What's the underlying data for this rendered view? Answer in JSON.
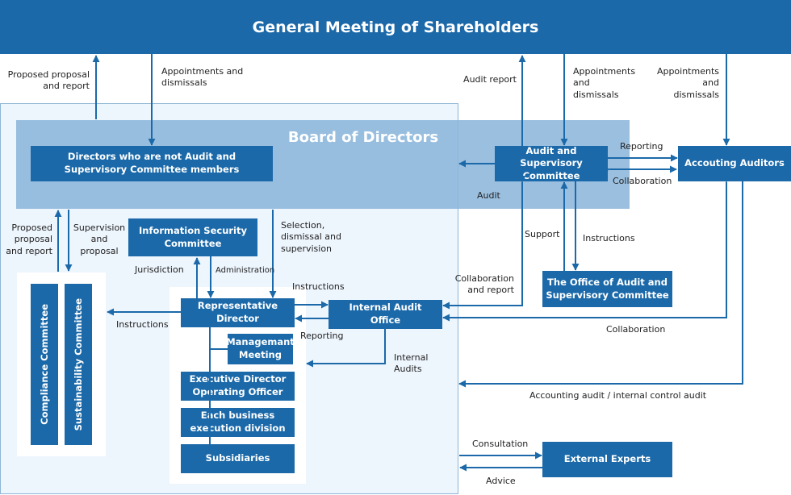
{
  "header": {
    "title": "General Meeting of Shareholders"
  },
  "board": {
    "title": "Board of Directors"
  },
  "boxes": {
    "directors_not_audit": "Directors who are not Audit and\nSupervisory Committee members",
    "audit_supervisory_committee": "Audit and Supervisory\nCommittee",
    "accounting_auditors": "Accouting Auditors",
    "information_security_committee": "Information Security\nCommittee",
    "office_of_audit": "The Office of Audit and\nSupervisory Committee",
    "representative_director": "Representative\nDirector",
    "internal_audit_office": "Internal Audit\nOffice",
    "management_meeting": "Managemant\nMeeting",
    "executive_director": "Executive Director\nOperating Officer",
    "business_division": "Each business\nexecution division",
    "subsidiaries": "Subsidiaries",
    "external_experts": "External Experts",
    "compliance_committee": "Compliance Committee",
    "sustainability_committee": "Sustainability Committee"
  },
  "labels": {
    "proposed_proposal_report_top": "Proposed proposal\nand report",
    "appointments_dismissals_1": "Appointments and\ndismissals",
    "audit_report": "Audit report",
    "appointments_dismissals_2": "Appointments\nand\ndismissals",
    "appointments_dismissals_3": "Appointments\nand\ndismissals",
    "reporting_top": "Reporting",
    "collaboration_top": "Collaboration",
    "audit": "Audit",
    "proposed_proposal_report_left": "Proposed\nproposal\nand report",
    "supervision_proposal": "Supervision\nand\nproposal",
    "selection_dismissal": "Selection,\ndismissal and\nsupervision",
    "jurisdiction": "Jurisdiction",
    "administration": "Administration",
    "support": "Support",
    "instructions_office": "Instructions",
    "collaboration_report": "Collaboration\nand report",
    "instructions_internal": "Instructions",
    "instructions_committees": "Instructions",
    "reporting_internal": "Reporting",
    "internal_audits": "Internal\nAudits",
    "collaboration_bottom": "Collaboration",
    "accounting_audit": "Accounting audit / internal control audit",
    "consultation": "Consultation",
    "advice": "Advice"
  },
  "colors": {
    "primary": "#1b69a9",
    "board": "#8cb6db",
    "panel": "#edf5fd"
  }
}
